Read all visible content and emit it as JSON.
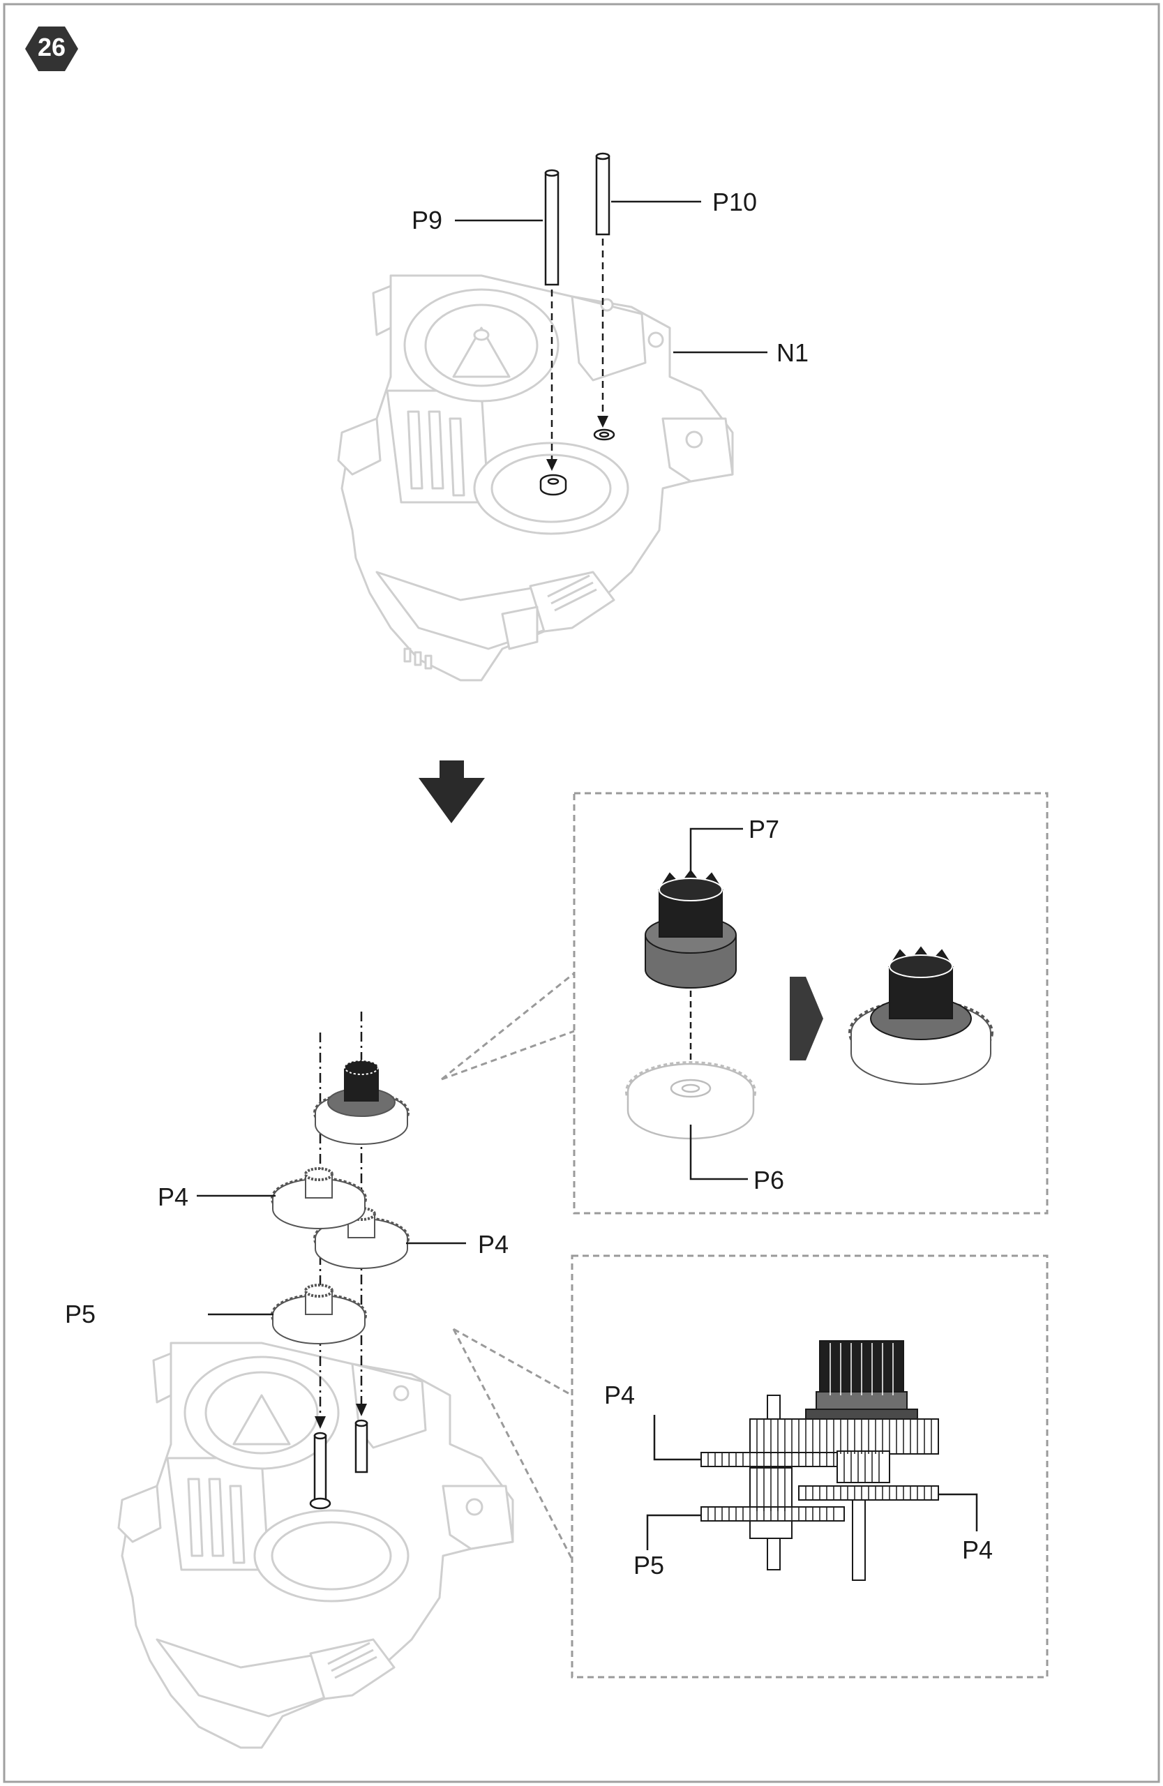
{
  "page": {
    "step_number": "26",
    "border_color": "#a0a0a0"
  },
  "top_assembly": {
    "labels": {
      "pin_left": "P9",
      "pin_right": "P10",
      "housing": "N1"
    }
  },
  "transition": {
    "arrow_icon": "down-arrow-icon"
  },
  "gear_stack": {
    "labels": {
      "gear_upper_left": "P4",
      "gear_upper_right": "P4",
      "gear_lower": "P5"
    }
  },
  "detail_top": {
    "labels": {
      "pinion": "P7",
      "gear": "P6"
    },
    "arrow_icon": "right-arrow-icon"
  },
  "detail_bottom": {
    "labels": {
      "top_left": "P4",
      "bottom_left": "P5",
      "right": "P4"
    }
  },
  "colors": {
    "line": "#1a1a1a",
    "part_outline": "#cfcfcf",
    "dark_part": "#1f1f1f",
    "mid_part": "#6e6e6e",
    "dash_box": "#9a9a9a"
  }
}
